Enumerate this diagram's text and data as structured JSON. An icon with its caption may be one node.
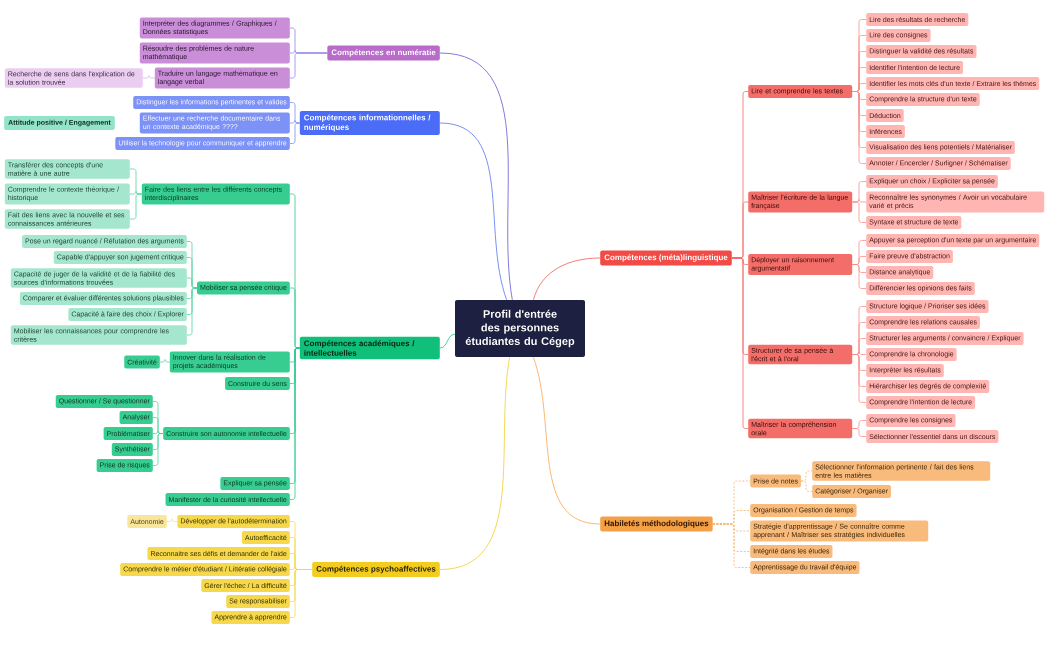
{
  "diagram": {
    "nodes": [
      {
        "text": [
          "Profil d'entrée des personnes étudiantes du Cégep"
        ]
      },
      {
        "text": [
          "Compétences en numératie"
        ]
      },
      {
        "text": [
          "Interpréter des diagrammes / Graphiques / Données statistiques"
        ]
      },
      {
        "text": [
          "Résoudre des problèmes de nature mathématique"
        ]
      },
      {
        "text": [
          "Traduire un langage mathématique en langage verbal"
        ]
      },
      {
        "text": [
          "Recherche de sens dans l'explication de la solution trouvée"
        ]
      },
      {
        "text": [
          "Compétences informationnelles / numériques"
        ]
      },
      {
        "text": [
          "Distinguer les informations pertinentes et valides"
        ]
      },
      {
        "text": [
          "Effectuer une recherche documentaire dans un contexte académique ????"
        ]
      },
      {
        "text": [
          "Utiliser la technologie pour communiquer et apprendre"
        ]
      },
      {
        "text": [
          "Attitude positive / Engagement"
        ]
      },
      {
        "text": [
          "Compétences académiques / intellectuelles"
        ]
      },
      {
        "text": [
          "Faire des liens entre les différents concepts interdisciplinaires"
        ]
      },
      {
        "text": [
          "Transférer des concepts d'une matière à une autre"
        ]
      },
      {
        "text": [
          "Comprendre le contexte théorique / historique"
        ]
      },
      {
        "text": [
          "Fait des liens avec la nouvelle et ses connaissances antérieures"
        ]
      },
      {
        "text": [
          "Mobiliser sa pensée critique"
        ]
      },
      {
        "text": [
          "Pose un regard nuancé / Réfutation des arguments"
        ]
      },
      {
        "text": [
          "Capable d'appuyer son jugement critique"
        ]
      },
      {
        "text": [
          "Capacité de juger de la validité et de la fiabilité des sources d'informations trouvées"
        ]
      },
      {
        "text": [
          "Comparer et évaluer différentes solutions plausibles"
        ]
      },
      {
        "text": [
          "Capacité à faire des choix / Explorer"
        ]
      },
      {
        "text": [
          "Mobiliser les connaissances pour comprendre les critères"
        ]
      },
      {
        "text": [
          "Innover dans la réalisation de projets académiques"
        ]
      },
      {
        "text": [
          "Créativité"
        ]
      },
      {
        "text": [
          "Construire du sens"
        ]
      },
      {
        "text": [
          "Construire son autonomie intellectuelle"
        ]
      },
      {
        "text": [
          "Questionner / Se questionner"
        ]
      },
      {
        "text": [
          "Analyser"
        ]
      },
      {
        "text": [
          "Problématiser"
        ]
      },
      {
        "text": [
          "Synthétiser"
        ]
      },
      {
        "text": [
          "Prise de risques"
        ]
      },
      {
        "text": [
          "Expliquer sa pensée"
        ]
      },
      {
        "text": [
          "Manifester de la curiosité intellectuelle"
        ]
      },
      {
        "text": [
          "Compétences psychoaffectives"
        ]
      },
      {
        "text": [
          "Développer de l'autodétermination"
        ]
      },
      {
        "text": [
          "Autonomie"
        ]
      },
      {
        "text": [
          "Autoefficacité"
        ]
      },
      {
        "text": [
          "Reconnaitre ses défis et demander de l'aide"
        ]
      },
      {
        "text": [
          "Comprendre le métier d'étudiant / Littératie collégiale"
        ]
      },
      {
        "text": [
          "Gérer l'échec / La difficulté"
        ]
      },
      {
        "text": [
          "Se responsabiliser"
        ]
      },
      {
        "text": [
          "Apprendre à apprendre"
        ]
      },
      {
        "text": [
          "Compétences (méta)linguistique"
        ]
      },
      {
        "text": [
          "Lire et comprendre les textes"
        ]
      },
      {
        "text": [
          "Lire des résultats de recherche"
        ]
      },
      {
        "text": [
          "Lire des consignes"
        ]
      },
      {
        "text": [
          "Distinguer la validité des résultats"
        ]
      },
      {
        "text": [
          "Identifier l'intention de lecture"
        ]
      },
      {
        "text": [
          "Identifier les mots clés d'un texte / Extraire les thèmes"
        ]
      },
      {
        "text": [
          "Comprendre la structure d'un texte"
        ]
      },
      {
        "text": [
          "Déduction"
        ]
      },
      {
        "text": [
          "Inférences"
        ]
      },
      {
        "text": [
          "Visualisation des liens potentiels / Matérialiser"
        ]
      },
      {
        "text": [
          "Annoter / Encercler / Surligner / Schématiser"
        ]
      },
      {
        "text": [
          "Maîtriser l'écriture de la langue française"
        ]
      },
      {
        "text": [
          "Expliquer un choix / Expliciter sa pensée"
        ]
      },
      {
        "text": [
          "Reconnaître les synonymes / Avoir un vocabulaire varié et précis"
        ]
      },
      {
        "text": [
          "Syntaxe et structure de texte"
        ]
      },
      {
        "text": [
          "Déployer un raisonnement argumentatif"
        ]
      },
      {
        "text": [
          "Appuyer sa perception d'un texte par un argumentaire"
        ]
      },
      {
        "text": [
          "Faire preuve d'abstraction"
        ]
      },
      {
        "text": [
          "Distance analytique"
        ]
      },
      {
        "text": [
          "Différencier les opinions des faits"
        ]
      },
      {
        "text": [
          "Structurer de sa pensée à l'écrit et à l'oral"
        ]
      },
      {
        "text": [
          "Structure logique / Prioriser ses idées"
        ]
      },
      {
        "text": [
          "Comprendre les relations causales"
        ]
      },
      {
        "text": [
          "Structurer les arguments / convaincre / Expliquer"
        ]
      },
      {
        "text": [
          "Comprendre la chronologie"
        ]
      },
      {
        "text": [
          "Interpréter les résultats"
        ]
      },
      {
        "text": [
          "Hiérarchiser les degrés de complexité"
        ]
      },
      {
        "text": [
          "Comprendre l'intention de lecture"
        ]
      },
      {
        "text": [
          "Maîtriser la compréhension orale"
        ]
      },
      {
        "text": [
          "Comprendre les consignes"
        ]
      },
      {
        "text": [
          "Sélectionner l'essentiel dans un discours"
        ]
      },
      {
        "text": [
          "Habiletés méthodologiques"
        ]
      },
      {
        "text": [
          "Prise de notes"
        ]
      },
      {
        "text": [
          "Sélectionner l'information pertinente / fait des liens entre les matières"
        ]
      },
      {
        "text": [
          "Catégoriser / Organiser"
        ]
      },
      {
        "text": [
          "Organisation / Gestion de temps"
        ]
      },
      {
        "text": [
          "Stratégie d'apprentissage / Se connaître comme apprenant / Maîtriser ses stratégies individuelles"
        ]
      },
      {
        "text": [
          "Intégrité dans les études"
        ]
      },
      {
        "text": [
          "Apprentissage du travail d'équipe"
        ]
      }
    ],
    "edges": [
      {
        "from": 0,
        "to": 1,
        "arrow": "none",
        "color": "#5a4fd4"
      },
      {
        "from": 1,
        "to": 2,
        "arrow": "none",
        "color": "#8d7fe3"
      },
      {
        "from": 1,
        "to": 3,
        "arrow": "none",
        "color": "#8d7fe3"
      },
      {
        "from": 1,
        "to": 4,
        "arrow": "none",
        "color": "#8d7fe3"
      },
      {
        "from": 4,
        "to": 5,
        "arrow": "none",
        "color": "#d7aee2"
      },
      {
        "from": 0,
        "to": 6,
        "arrow": "none",
        "color": "#4d6cf3"
      },
      {
        "from": 6,
        "to": 7,
        "arrow": "none",
        "color": "#6f88f6"
      },
      {
        "from": 6,
        "to": 8,
        "arrow": "none",
        "color": "#6f88f6"
      },
      {
        "from": 6,
        "to": 9,
        "arrow": "none",
        "color": "#6f88f6"
      },
      {
        "from": 0,
        "to": 11,
        "arrow": "none",
        "color": "#12c07d"
      },
      {
        "from": 11,
        "to": 12,
        "arrow": "none",
        "color": "#22c587"
      },
      {
        "from": 12,
        "to": 13,
        "arrow": "none",
        "color": "#45d199"
      },
      {
        "from": 12,
        "to": 14,
        "arrow": "none",
        "color": "#45d199"
      },
      {
        "from": 12,
        "to": 15,
        "arrow": "none",
        "color": "#45d199"
      },
      {
        "from": 11,
        "to": 16,
        "arrow": "none",
        "color": "#22c587"
      },
      {
        "from": 16,
        "to": 17,
        "arrow": "none",
        "color": "#45d199"
      },
      {
        "from": 16,
        "to": 18,
        "arrow": "none",
        "color": "#45d199"
      },
      {
        "from": 16,
        "to": 19,
        "arrow": "none",
        "color": "#45d199"
      },
      {
        "from": 16,
        "to": 20,
        "arrow": "none",
        "color": "#45d199"
      },
      {
        "from": 16,
        "to": 21,
        "arrow": "none",
        "color": "#45d199"
      },
      {
        "from": 16,
        "to": 22,
        "arrow": "none",
        "color": "#45d199"
      },
      {
        "from": 11,
        "to": 23,
        "arrow": "none",
        "color": "#22c587"
      },
      {
        "from": 23,
        "to": 24,
        "arrow": "none",
        "color": "#45d199"
      },
      {
        "from": 11,
        "to": 25,
        "arrow": "none",
        "color": "#22c587"
      },
      {
        "from": 11,
        "to": 26,
        "arrow": "none",
        "color": "#22c587"
      },
      {
        "from": 26,
        "to": 27,
        "arrow": "none",
        "color": "#45d199"
      },
      {
        "from": 26,
        "to": 28,
        "arrow": "none",
        "color": "#45d199"
      },
      {
        "from": 26,
        "to": 29,
        "arrow": "none",
        "color": "#45d199"
      },
      {
        "from": 26,
        "to": 30,
        "arrow": "none",
        "color": "#45d199"
      },
      {
        "from": 26,
        "to": 31,
        "arrow": "none",
        "color": "#45d199"
      },
      {
        "from": 11,
        "to": 32,
        "arrow": "none",
        "color": "#22c587"
      },
      {
        "from": 11,
        "to": 33,
        "arrow": "none",
        "color": "#22c587"
      },
      {
        "from": 0,
        "to": 34,
        "arrow": "none",
        "color": "#f0cb1e"
      },
      {
        "from": 34,
        "to": 35,
        "arrow": "none",
        "color": "#f3d544"
      },
      {
        "from": 35,
        "to": 36,
        "arrow": "none",
        "color": "#f7e07a"
      },
      {
        "from": 34,
        "to": 37,
        "arrow": "none",
        "color": "#f3d544"
      },
      {
        "from": 34,
        "to": 38,
        "arrow": "none",
        "color": "#f3d544"
      },
      {
        "from": 34,
        "to": 39,
        "arrow": "none",
        "color": "#f3d544"
      },
      {
        "from": 34,
        "to": 40,
        "arrow": "none",
        "color": "#f3d544"
      },
      {
        "from": 34,
        "to": 41,
        "arrow": "none",
        "color": "#f3d544"
      },
      {
        "from": 34,
        "to": 42,
        "arrow": "none",
        "color": "#f3d544"
      },
      {
        "from": 0,
        "to": 43,
        "arrow": "none",
        "color": "#f2504b"
      },
      {
        "from": 43,
        "to": 44,
        "arrow": "none",
        "color": "#f2605b"
      },
      {
        "from": 44,
        "to": 45,
        "arrow": "none",
        "color": "#f58a86"
      },
      {
        "from": 44,
        "to": 46,
        "arrow": "none",
        "color": "#f58a86"
      },
      {
        "from": 44,
        "to": 47,
        "arrow": "none",
        "color": "#f58a86"
      },
      {
        "from": 44,
        "to": 48,
        "arrow": "none",
        "color": "#f58a86"
      },
      {
        "from": 44,
        "to": 49,
        "arrow": "none",
        "color": "#f58a86"
      },
      {
        "from": 44,
        "to": 50,
        "arrow": "none",
        "color": "#f58a86"
      },
      {
        "from": 44,
        "to": 51,
        "arrow": "none",
        "color": "#f58a86"
      },
      {
        "from": 44,
        "to": 52,
        "arrow": "none",
        "color": "#f58a86"
      },
      {
        "from": 44,
        "to": 53,
        "arrow": "none",
        "color": "#f58a86"
      },
      {
        "from": 44,
        "to": 54,
        "arrow": "none",
        "color": "#f58a86"
      },
      {
        "from": 43,
        "to": 55,
        "arrow": "none",
        "color": "#f2605b"
      },
      {
        "from": 55,
        "to": 56,
        "arrow": "none",
        "color": "#f58a86"
      },
      {
        "from": 55,
        "to": 57,
        "arrow": "none",
        "color": "#f58a86"
      },
      {
        "from": 55,
        "to": 58,
        "arrow": "none",
        "color": "#f58a86"
      },
      {
        "from": 43,
        "to": 59,
        "arrow": "none",
        "color": "#f2605b"
      },
      {
        "from": 59,
        "to": 60,
        "arrow": "none",
        "color": "#f58a86"
      },
      {
        "from": 59,
        "to": 61,
        "arrow": "none",
        "color": "#f58a86"
      },
      {
        "from": 59,
        "to": 62,
        "arrow": "none",
        "color": "#f58a86"
      },
      {
        "from": 59,
        "to": 63,
        "arrow": "none",
        "color": "#f58a86"
      },
      {
        "from": 43,
        "to": 64,
        "arrow": "none",
        "color": "#f2605b"
      },
      {
        "from": 64,
        "to": 65,
        "arrow": "none",
        "color": "#f58a86"
      },
      {
        "from": 64,
        "to": 66,
        "arrow": "none",
        "color": "#f58a86"
      },
      {
        "from": 64,
        "to": 67,
        "arrow": "none",
        "color": "#f58a86"
      },
      {
        "from": 64,
        "to": 68,
        "arrow": "none",
        "color": "#f58a86"
      },
      {
        "from": 64,
        "to": 69,
        "arrow": "none",
        "color": "#f58a86"
      },
      {
        "from": 64,
        "to": 70,
        "arrow": "none",
        "color": "#f58a86"
      },
      {
        "from": 64,
        "to": 71,
        "arrow": "none",
        "color": "#f58a86"
      },
      {
        "from": 43,
        "to": 72,
        "arrow": "none",
        "color": "#f2605b"
      },
      {
        "from": 72,
        "to": 73,
        "arrow": "none",
        "color": "#f58a86"
      },
      {
        "from": 72,
        "to": 74,
        "arrow": "none",
        "color": "#f58a86"
      },
      {
        "from": 0,
        "to": 75,
        "arrow": "none",
        "color": "#f5a049"
      },
      {
        "from": 75,
        "to": 76,
        "arrow": "none",
        "style": "dashed",
        "color": "#f6ad62"
      },
      {
        "from": 76,
        "to": 77,
        "arrow": "none",
        "style": "dashed",
        "color": "#f6ad62"
      },
      {
        "from": 76,
        "to": 78,
        "arrow": "none",
        "style": "dashed",
        "color": "#f6ad62"
      },
      {
        "from": 75,
        "to": 79,
        "arrow": "none",
        "style": "dashed",
        "color": "#f6ad62"
      },
      {
        "from": 75,
        "to": 80,
        "arrow": "none",
        "style": "dashed",
        "color": "#f6ad62"
      },
      {
        "from": 75,
        "to": 81,
        "arrow": "none",
        "style": "dashed",
        "color": "#f6ad62"
      },
      {
        "from": 75,
        "to": 82,
        "arrow": "none",
        "style": "dashed",
        "color": "#f6ad62"
      }
    ]
  }
}
